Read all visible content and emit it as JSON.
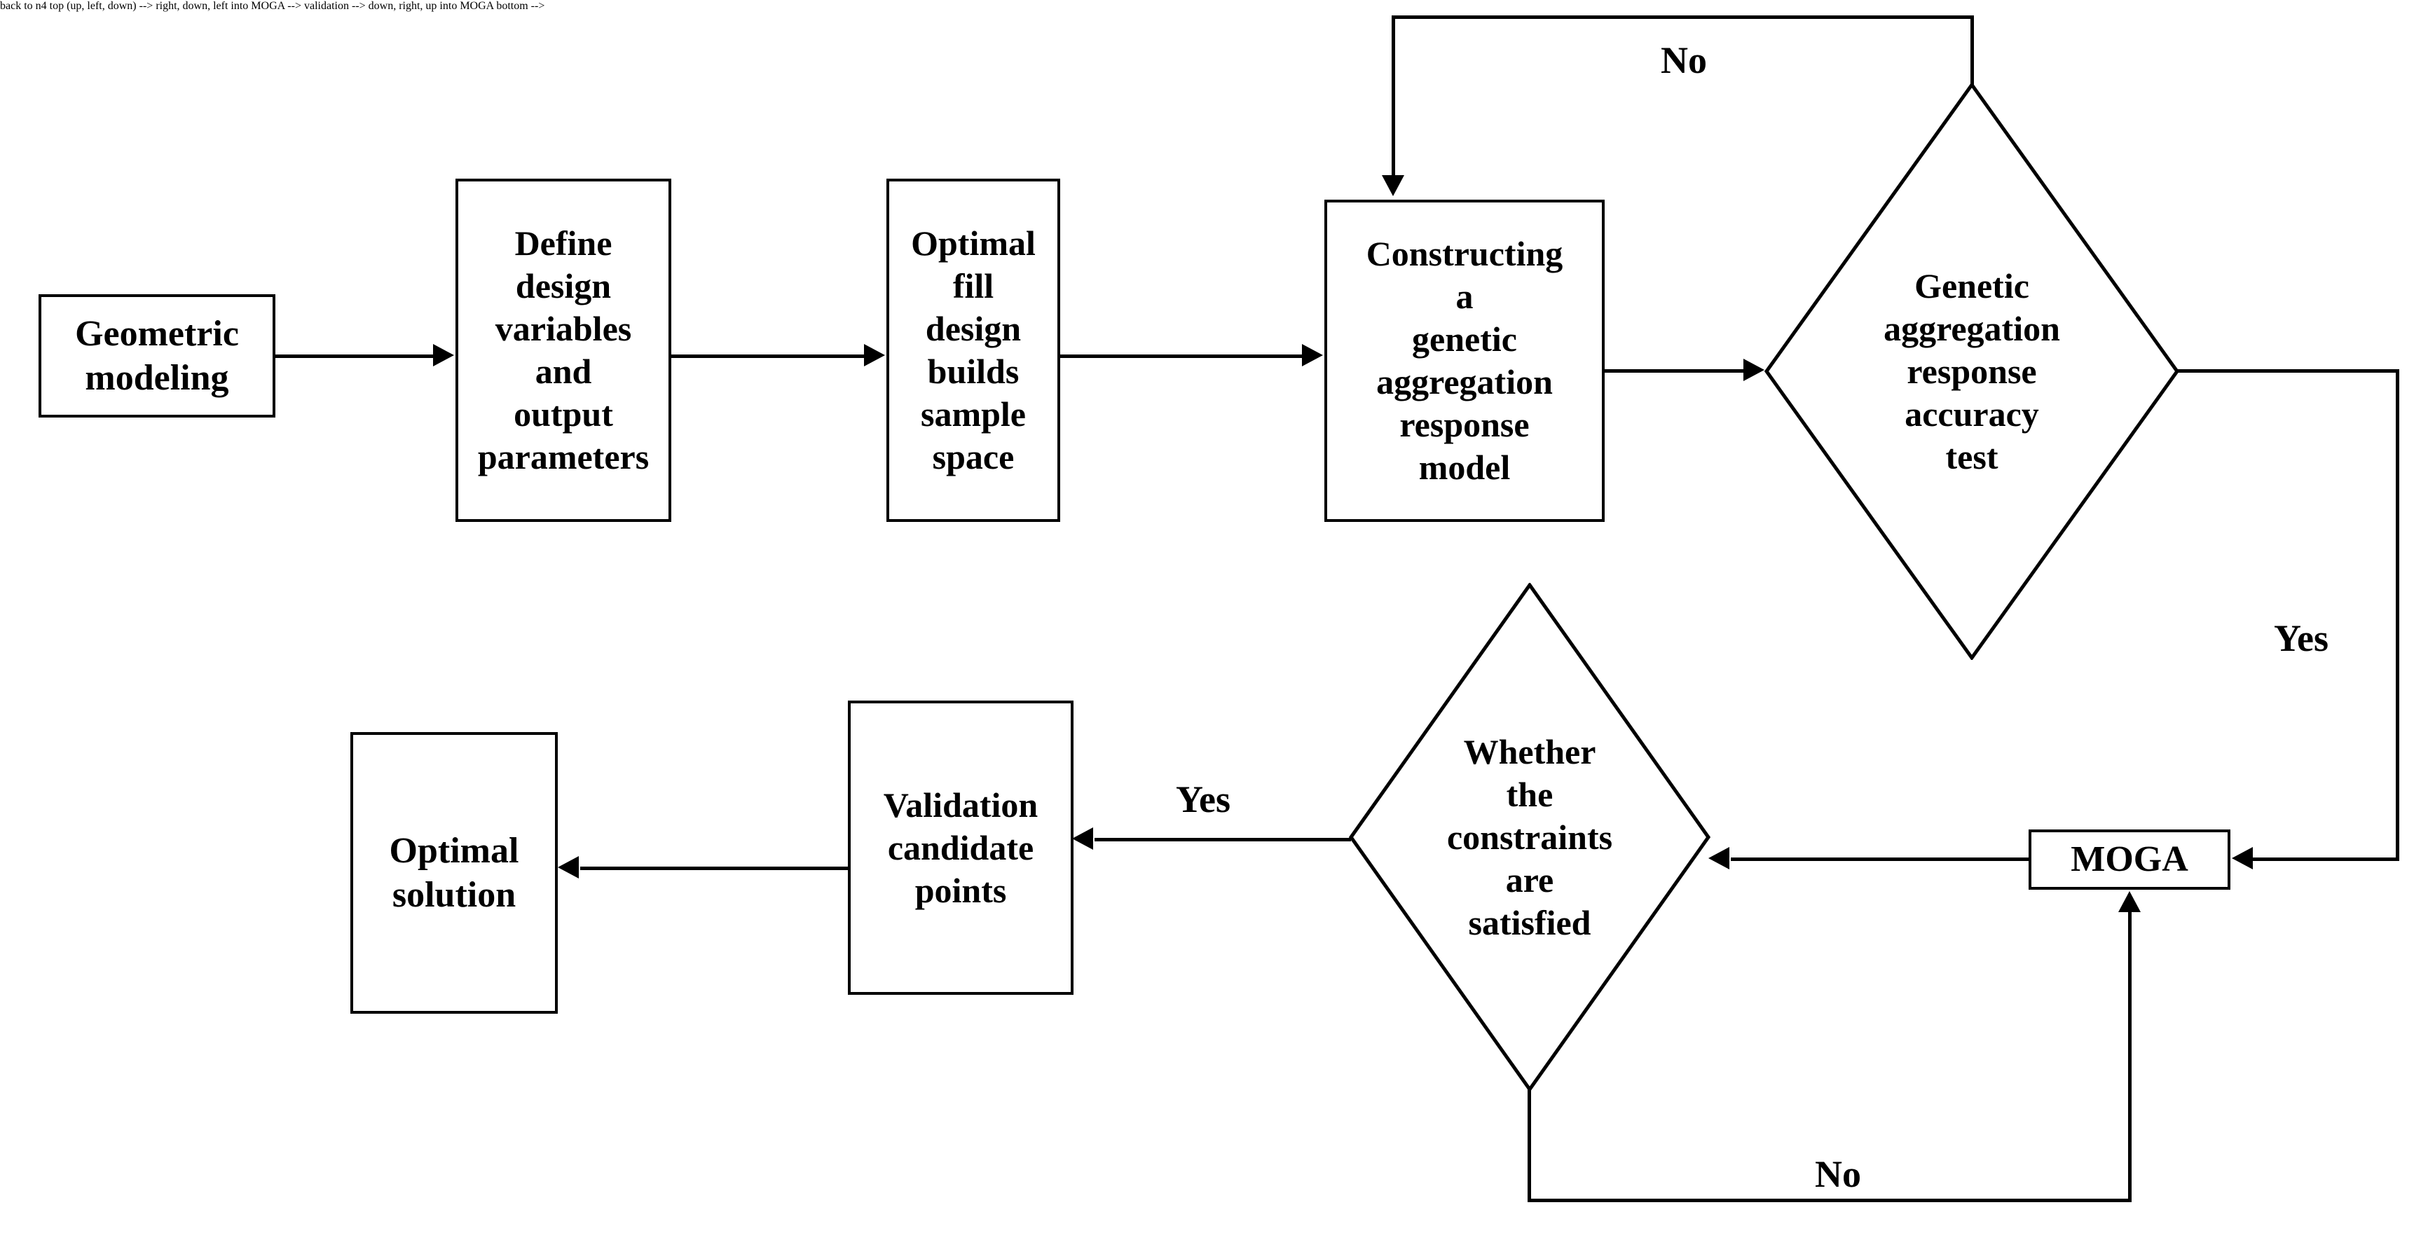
{
  "diagram": {
    "type": "flowchart",
    "title": "",
    "orientation": "left-to-right with feedback loops",
    "background_color": "#ffffff",
    "stroke_color": "#000000",
    "text_color": "#000000"
  },
  "nodes": {
    "geometric_modeling": {
      "id": "n1",
      "shape": "rectangle",
      "label": "Geometric\nmodeling"
    },
    "define_variables": {
      "id": "n2",
      "shape": "rectangle",
      "label": "Define\ndesign\nvariables\nand\noutput\nparameters"
    },
    "optimal_fill": {
      "id": "n3",
      "shape": "rectangle",
      "label": "Optimal\nfill\ndesign\nbuilds\nsample\nspace"
    },
    "constructing_model": {
      "id": "n4",
      "shape": "rectangle",
      "label": "Constructing\na\ngenetic\naggregation\nresponse\nmodel"
    },
    "accuracy_test": {
      "id": "d1",
      "shape": "diamond",
      "label": "Genetic\naggregation\nresponse\naccuracy\ntest"
    },
    "moga": {
      "id": "n5",
      "shape": "rectangle",
      "label": "MOGA"
    },
    "constraints_check": {
      "id": "d2",
      "shape": "diamond",
      "label": "Whether\nthe\nconstraints\nare\nsatisfied"
    },
    "validation_points": {
      "id": "n6",
      "shape": "rectangle",
      "label": "Validation\ncandidate\npoints"
    },
    "optimal_solution": {
      "id": "n7",
      "shape": "rectangle",
      "label": "Optimal\nsolution"
    }
  },
  "edge_labels": {
    "accuracy_no": "No",
    "accuracy_yes": "Yes",
    "constraints_yes": "Yes",
    "constraints_no": "No"
  },
  "edges": [
    {
      "from": "geometric_modeling",
      "to": "define_variables",
      "label": ""
    },
    {
      "from": "define_variables",
      "to": "optimal_fill",
      "label": ""
    },
    {
      "from": "optimal_fill",
      "to": "constructing_model",
      "label": ""
    },
    {
      "from": "constructing_model",
      "to": "accuracy_test",
      "label": ""
    },
    {
      "from": "accuracy_test",
      "to": "constructing_model",
      "label": "No"
    },
    {
      "from": "accuracy_test",
      "to": "moga",
      "label": "Yes"
    },
    {
      "from": "moga",
      "to": "constraints_check",
      "label": ""
    },
    {
      "from": "constraints_check",
      "to": "validation_points",
      "label": "Yes"
    },
    {
      "from": "constraints_check",
      "to": "moga",
      "label": "No"
    },
    {
      "from": "validation_points",
      "to": "optimal_solution",
      "label": ""
    }
  ]
}
